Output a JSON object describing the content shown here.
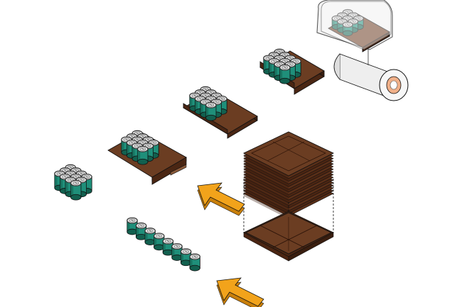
{
  "diagram": {
    "colors": {
      "can_body": "#1f8f7a",
      "can_body_dark": "#12604f",
      "can_lid": "#e6e6e6",
      "can_rim": "#333333",
      "tray_top": "#6b3d22",
      "tray_side": "#4a2613",
      "arrow_fill": "#f2a31b",
      "arrow_dark": "#c97f0a",
      "film_roll": "#eeeeee",
      "film_core": "#f0b089",
      "outline": "#111111"
    },
    "stages": [
      {
        "name": "single-row-of-cans",
        "cans": 8
      },
      {
        "name": "loose-cans-group",
        "cans": 12
      },
      {
        "name": "cans-on-flat-tray",
        "cans": 12
      },
      {
        "name": "cans-in-folded-tray",
        "cans": 12
      },
      {
        "name": "wrapped-tray-pack",
        "cans": 12
      },
      {
        "name": "shrink-film-wrap",
        "cans": 12
      }
    ],
    "inputs": [
      "tray-blank-stack",
      "tray-blank"
    ],
    "arrows": [
      "feed-arrow-upper",
      "feed-arrow-lower"
    ]
  }
}
